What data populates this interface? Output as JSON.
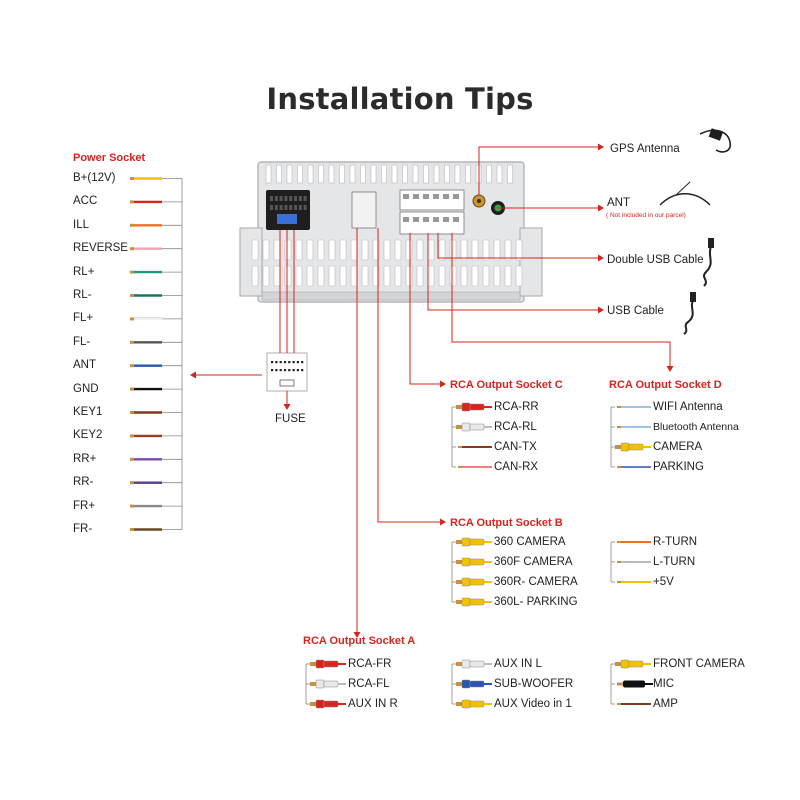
{
  "title": "Installation Tips",
  "power_socket": {
    "heading": "Power Socket",
    "wires": [
      {
        "label": "B+(12V)",
        "color": "#f2c200"
      },
      {
        "label": "ACC",
        "color": "#d8241e"
      },
      {
        "label": "ILL",
        "color": "#f07020"
      },
      {
        "label": "REVERSE",
        "color": "#f4a3ae"
      },
      {
        "label": "RL+",
        "color": "#1a9a7a"
      },
      {
        "label": "RL-",
        "color": "#127a5a"
      },
      {
        "label": "FL+",
        "color": "#f1f1f1"
      },
      {
        "label": "FL-",
        "color": "#555555"
      },
      {
        "label": "ANT",
        "color": "#2a55b0"
      },
      {
        "label": "GND",
        "color": "#111111"
      },
      {
        "label": "KEY1",
        "color": "#7a3b1e"
      },
      {
        "label": "KEY2",
        "color": "#9a3b24"
      },
      {
        "label": "RR+",
        "color": "#7a4bb8"
      },
      {
        "label": "RR-",
        "color": "#5a3a90"
      },
      {
        "label": "FR+",
        "color": "#888888"
      },
      {
        "label": "FR-",
        "color": "#6a4a2a"
      }
    ]
  },
  "fuse": {
    "label": "FUSE"
  },
  "right_items": [
    {
      "label": "GPS Antenna",
      "icon": "gps-antenna-icon"
    },
    {
      "label": "ANT",
      "note": "( Not included in our parcel)",
      "icon": "fm-antenna-icon"
    },
    {
      "label": "Double USB Cable",
      "icon": "double-usb-cable-icon"
    },
    {
      "label": "USB Cable",
      "icon": "usb-cable-icon"
    }
  ],
  "socket_c": {
    "heading": "RCA Output Socket C",
    "items": [
      {
        "label": "RCA-RR",
        "kind": "rca",
        "color": "#d8241e"
      },
      {
        "label": "RCA-RL",
        "kind": "rca",
        "color": "#e8e8e8"
      },
      {
        "label": "CAN-TX",
        "kind": "wire",
        "color": "#8a3a1a"
      },
      {
        "label": "CAN-RX",
        "kind": "wire",
        "color": "#f08080"
      }
    ]
  },
  "socket_d": {
    "heading": "RCA Output Socket D",
    "items": [
      {
        "label": "WIFI Antenna",
        "kind": "thin",
        "color": "#7fb0e0"
      },
      {
        "label": "Bluetooth Antenna",
        "kind": "thin",
        "color": "#7fb0e0"
      },
      {
        "label": "CAMERA",
        "kind": "rca",
        "color": "#f2c200"
      },
      {
        "label": "PARKING",
        "kind": "thin",
        "color": "#2a55b0"
      }
    ]
  },
  "socket_b": {
    "heading": "RCA Output Socket B",
    "items": [
      {
        "label": "360 CAMERA",
        "kind": "rca",
        "color": "#f2c200"
      },
      {
        "label": "360F CAMERA",
        "kind": "rca",
        "color": "#f2c200"
      },
      {
        "label": "360R- CAMERA",
        "kind": "rca",
        "color": "#f2c200"
      },
      {
        "label": "360L- PARKING",
        "kind": "rca",
        "color": "#f2c200"
      }
    ],
    "items_right": [
      {
        "label": "R-TURN",
        "kind": "wire",
        "color": "#f07020"
      },
      {
        "label": "L-TURN",
        "kind": "wire",
        "color": "#bbbbbb"
      },
      {
        "label": "+5V",
        "kind": "wire",
        "color": "#f2c200"
      }
    ]
  },
  "socket_a": {
    "heading": "RCA Output Socket A",
    "col1": [
      {
        "label": "RCA-FR",
        "kind": "rca",
        "color": "#d8241e"
      },
      {
        "label": "RCA-FL",
        "kind": "rca",
        "color": "#e8e8e8"
      },
      {
        "label": "AUX IN R",
        "kind": "rca",
        "color": "#d8241e"
      }
    ],
    "col2": [
      {
        "label": "AUX IN L",
        "kind": "rca",
        "color": "#e8e8e8"
      },
      {
        "label": "SUB-WOOFER",
        "kind": "rca",
        "color": "#2a55b0"
      },
      {
        "label": "AUX Video in 1",
        "kind": "rca",
        "color": "#f2c200"
      }
    ],
    "col3": [
      {
        "label": "FRONT CAMERA",
        "kind": "rca",
        "color": "#f2c200"
      },
      {
        "label": "MIC",
        "kind": "mic",
        "color": "#111111"
      },
      {
        "label": "AMP",
        "kind": "wire",
        "color": "#7a3b1e"
      }
    ]
  }
}
